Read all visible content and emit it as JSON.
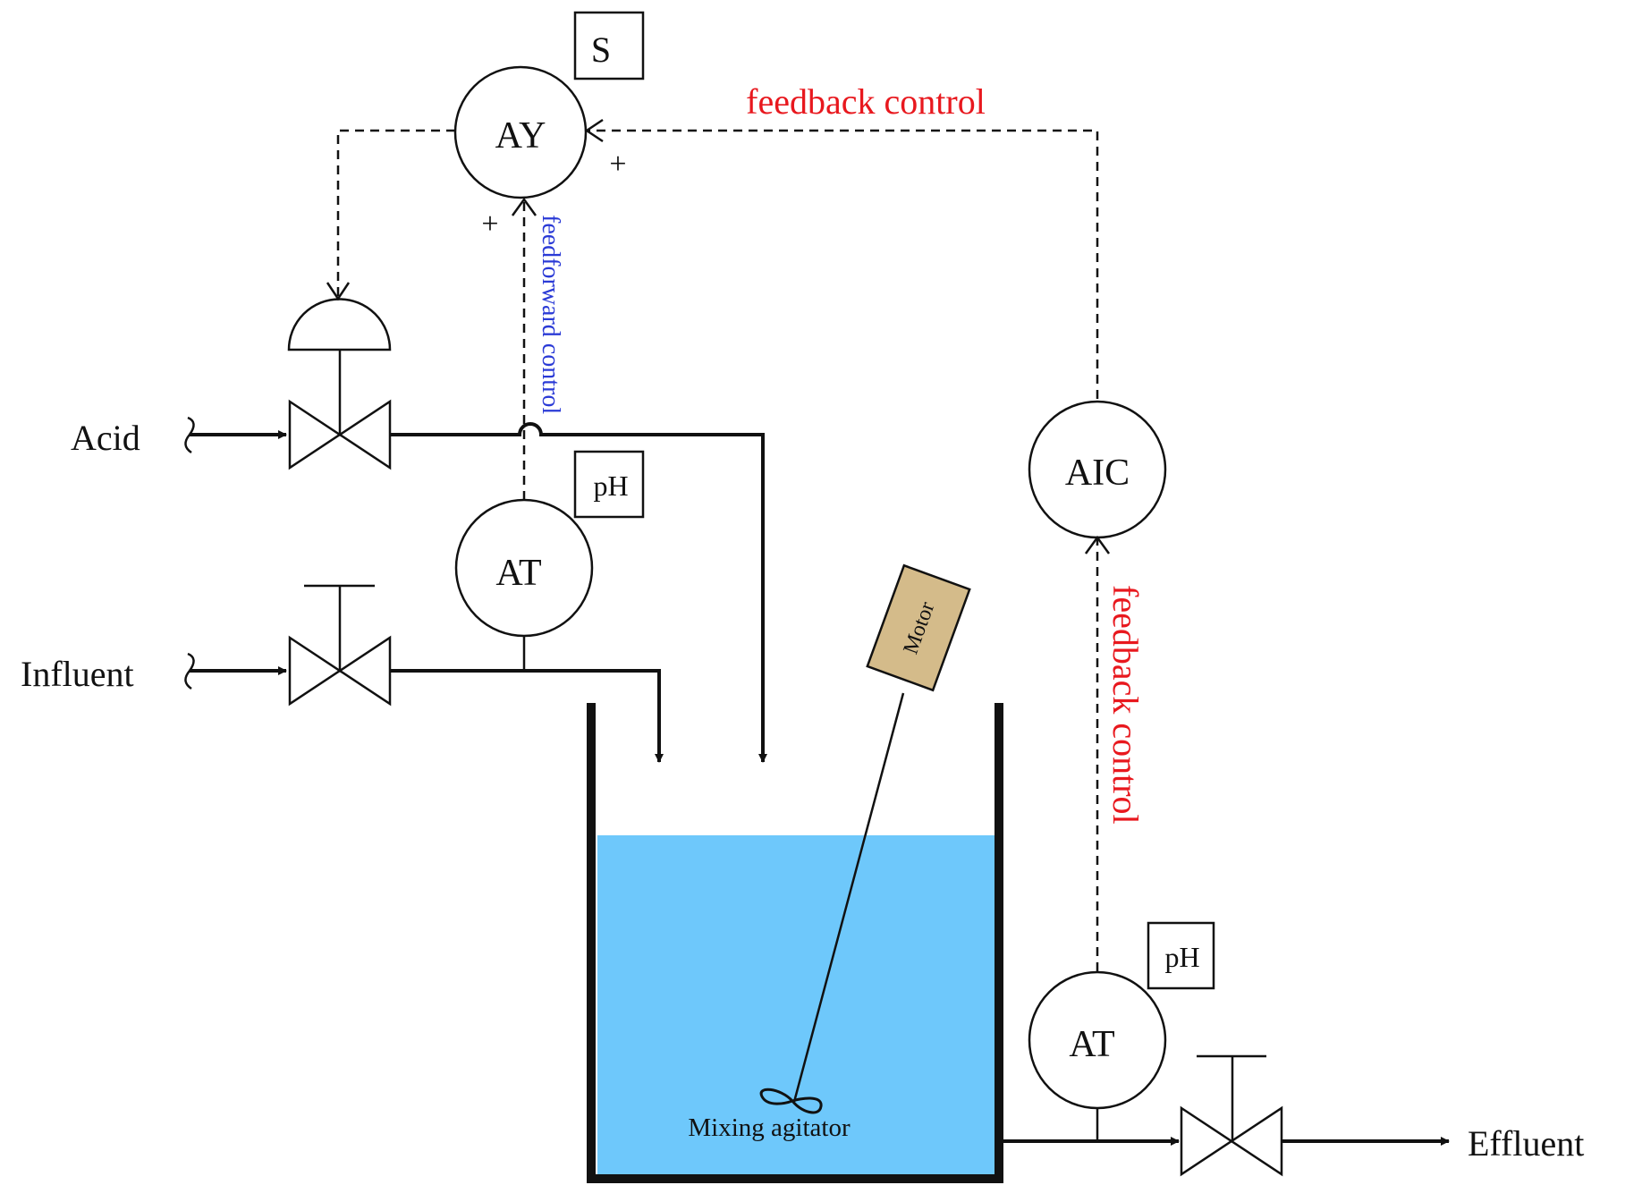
{
  "labels": {
    "acid": "Acid",
    "influent": "Influent",
    "effluent": "Effluent",
    "mixing_agitator": "Mixing agitator",
    "motor": "Motor",
    "feedback_top": "feedback control",
    "feedback_side": "feedback control",
    "feedforward": "feedforward control"
  },
  "instruments": {
    "ay": "AY",
    "ay_function": "S",
    "at_influent": "AT",
    "at_influent_tag": "pH",
    "aic": "AIC",
    "at_effluent": "AT",
    "at_effluent_tag": "pH",
    "plus_right": "+",
    "plus_bottom": "+"
  },
  "colors": {
    "line": "#111111",
    "liquid": "#6ec8fb",
    "motor_fill": "#d4bb8a",
    "feedback_text": "#e8181e",
    "feedforward_text": "#2a3ad6"
  }
}
